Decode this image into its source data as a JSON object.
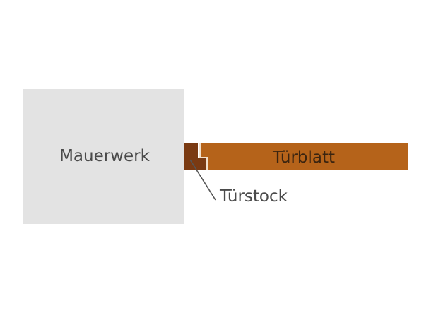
{
  "labels": {
    "wall": "Mauerwerk",
    "door_leaf": "Türblatt",
    "door_frame": "Türstock"
  },
  "colors": {
    "background": "#ffffff",
    "wall_fill": "#e3e3e3",
    "door_leaf_fill": "#b5631a",
    "door_leaf_edge": "#f2e0cc",
    "door_frame_fill": "#7a3a12",
    "label_text": "#4a4a4a",
    "door_leaf_text": "#3a2410",
    "leader_line": "#555555"
  }
}
